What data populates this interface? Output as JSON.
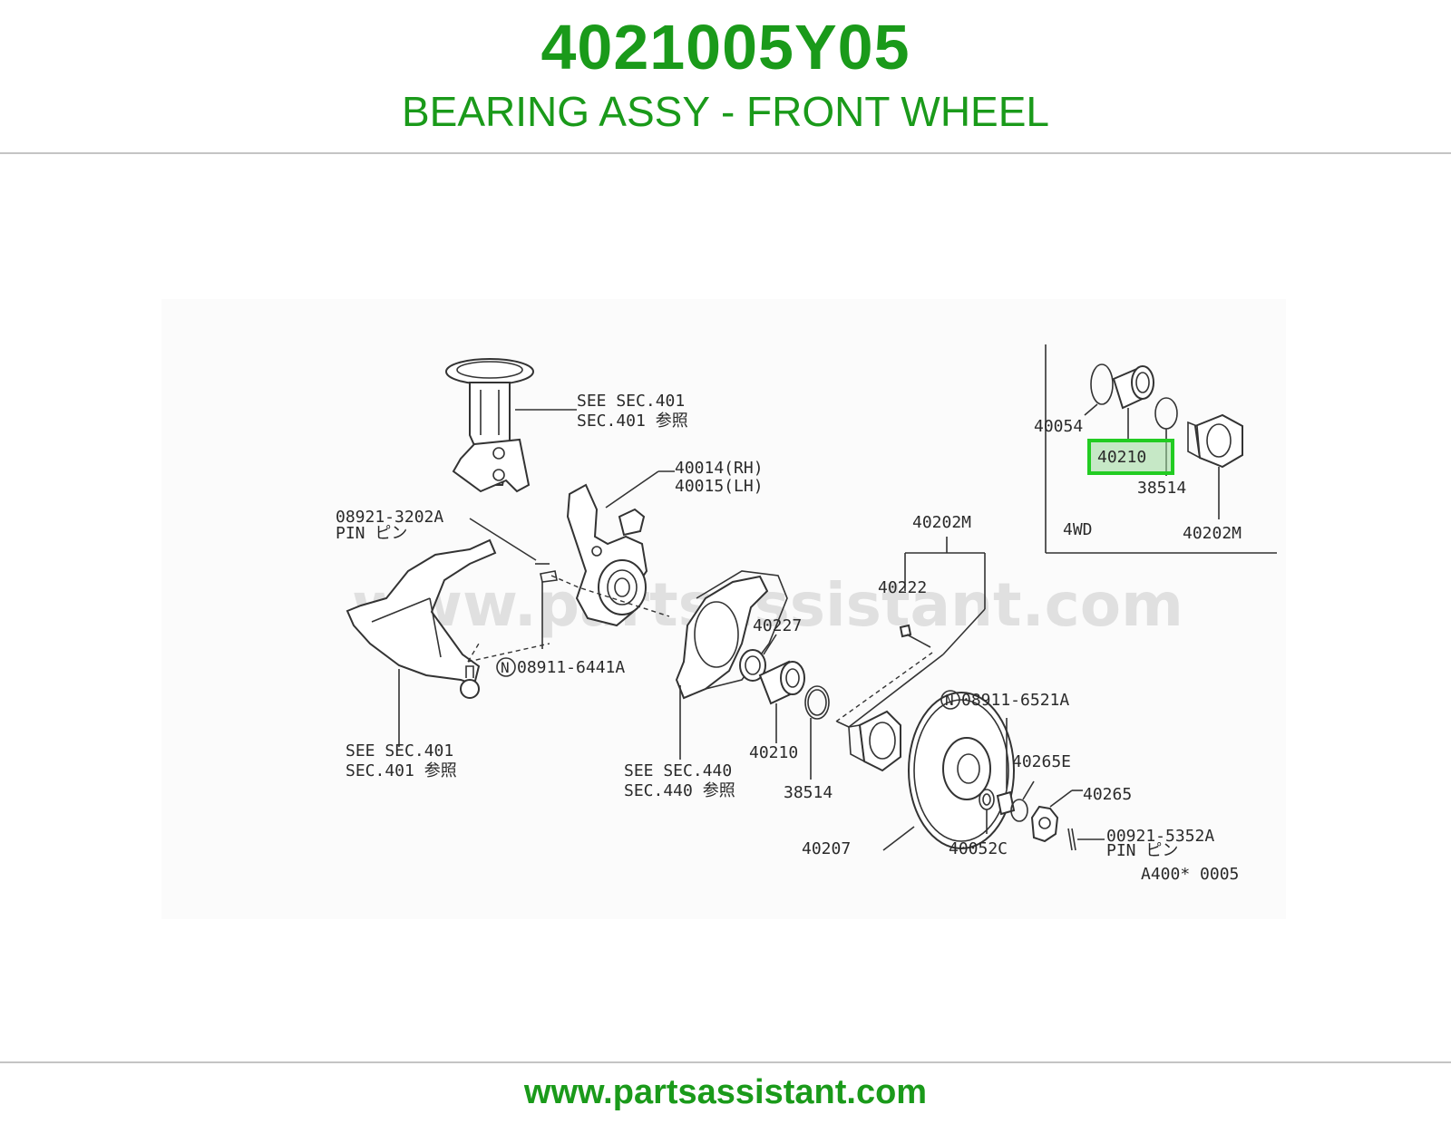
{
  "header": {
    "part_number": "4021005Y05",
    "part_name": "BEARING ASSY - FRONT WHEEL"
  },
  "diagram": {
    "watermark": "www.partsassistant.com",
    "labels": {
      "see_sec401_top_1": "SEE SEC.401",
      "see_sec401_top_2": "SEC.401 参照",
      "knuckle_rh": "40014(RH)",
      "knuckle_lh": "40015(LH)",
      "pin_top_1": "08921-3202A",
      "pin_top_2": "PIN ピン",
      "nut_08911_6441a": "08911-6441A",
      "see_sec401_bottom_1": "SEE SEC.401",
      "see_sec401_bottom_2": "SEC.401 参照",
      "seal_40227": "40227",
      "bearing_40210": "40210",
      "snap_ring_38514": "38514",
      "see_sec440_1": "SEE SEC.440",
      "see_sec440_2": "SEC.440 参照",
      "hub_40202m": "40202M",
      "bolt_40222": "40222",
      "nut_08911_6521a": "08911-6521A",
      "washer_40265e": "40265E",
      "nut_cap_40265": "40265",
      "pin_bottom_1": "00921-5352A",
      "pin_bottom_2": "PIN ピン",
      "rotor_40207": "40207",
      "washer_40052c": "40052C",
      "ref_code": "A400* 0005",
      "inset_40054": "40054",
      "inset_40210": "40210",
      "inset_38514": "38514",
      "inset_40202m": "40202M",
      "inset_4wd": "4WD"
    },
    "highlight_color": "#22cc22"
  },
  "footer": {
    "url": "www.partsassistant.com"
  },
  "colors": {
    "brand_green": "#1a9a1a",
    "rule_gray": "#c4c4c4"
  }
}
